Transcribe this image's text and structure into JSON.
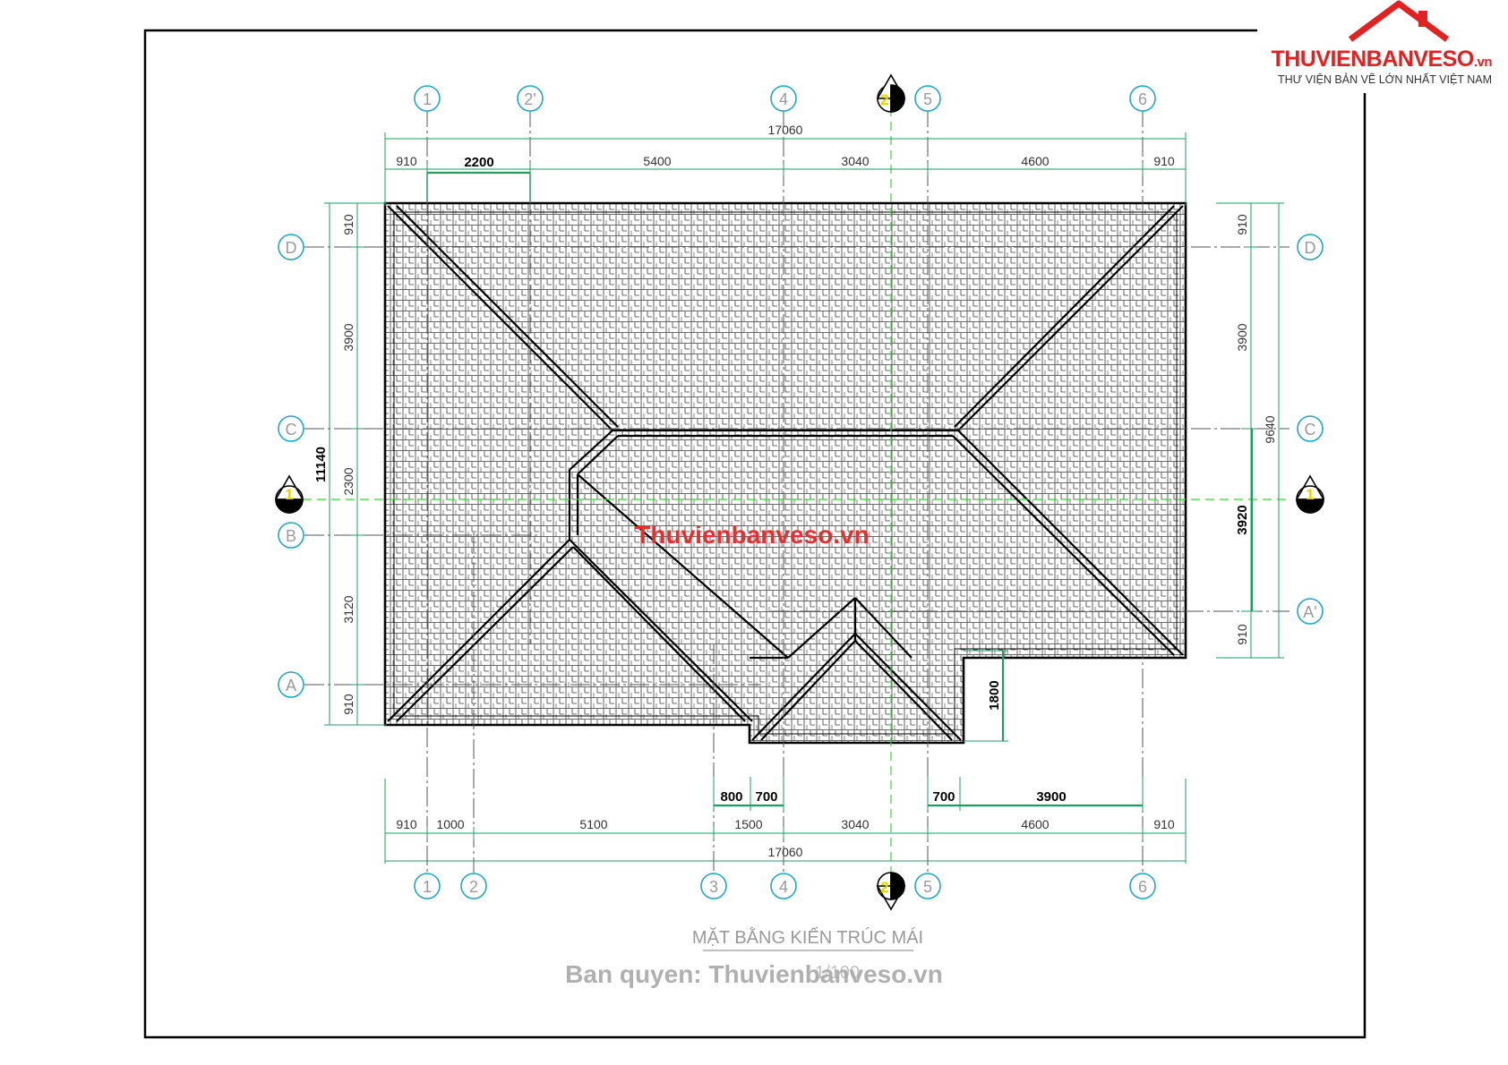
{
  "logo": {
    "brand": "THUVIENBANVESO",
    "tld": ".vn",
    "tagline": "THƯ VIỆN BẢN VẼ LỚN NHẤT VIỆT NAM"
  },
  "watermark_center": "Thuvienbanveso.vn",
  "watermark_bottom": "Ban quyen: Thuvienbanveso.vn",
  "drawing_title": "MẶT BẰNG KIẾN TRÚC MÁI",
  "scale_fragment": "1/100",
  "grid": {
    "vertical_top": [
      "1",
      "2'",
      "4",
      "5",
      "6"
    ],
    "vertical_bottom": [
      "1",
      "2",
      "3",
      "4",
      "5",
      "6"
    ],
    "horizontal_left": [
      "D",
      "C",
      "B",
      "A"
    ],
    "horizontal_right": [
      "D",
      "C",
      "A'"
    ],
    "section_2": "2",
    "section_1": "1"
  },
  "dims": {
    "top_total": "17060",
    "top_segments": [
      "910",
      "2200",
      "5400",
      "3040",
      "4600",
      "910"
    ],
    "bottom_segments": [
      "910",
      "1000",
      "5100",
      "1500",
      "3040",
      "4600",
      "910"
    ],
    "bottom_total": "17060",
    "bottom_detail": [
      "800",
      "700",
      "700",
      "3900"
    ],
    "left_total": "11140",
    "left_segments": [
      "910",
      "3900",
      "2300",
      "3120",
      "910"
    ],
    "right_total": "9640",
    "right_segments": [
      "910",
      "3900",
      "910"
    ],
    "right_detail": "3920",
    "porch_detail": "1800"
  }
}
